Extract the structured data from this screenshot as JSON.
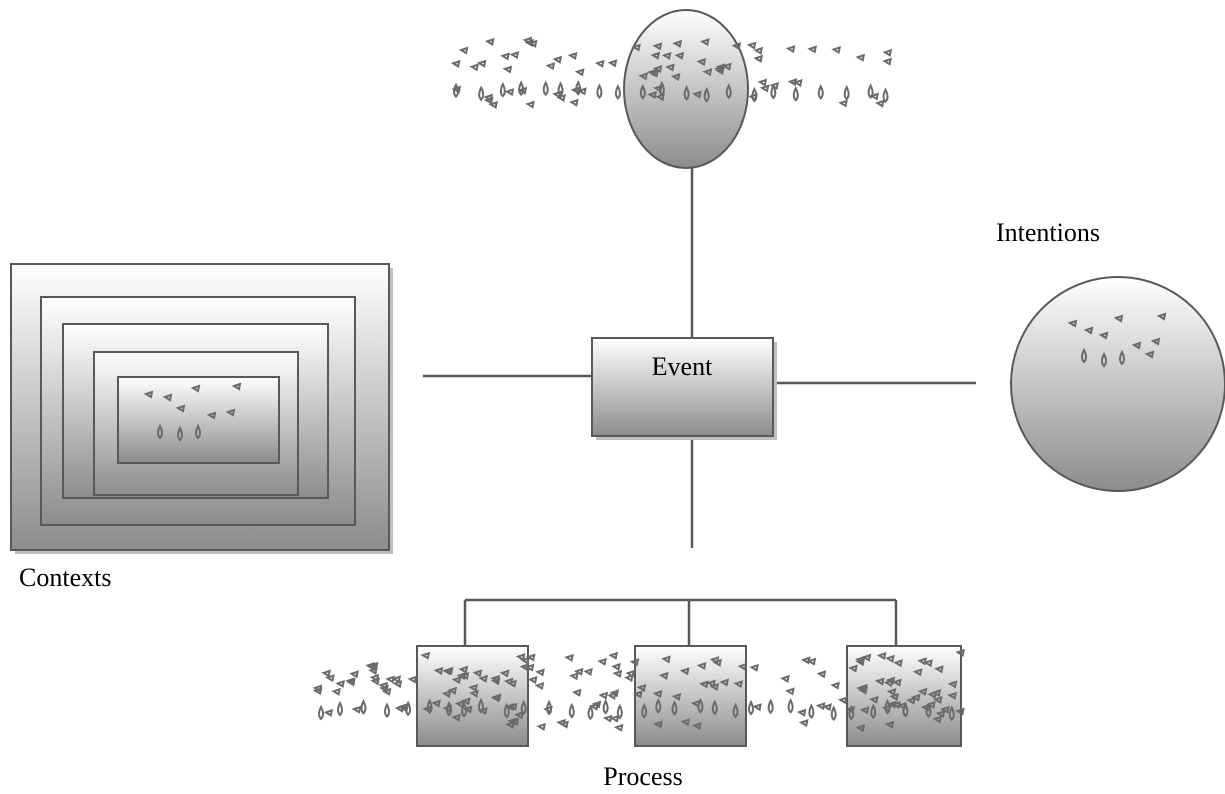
{
  "labels": {
    "event": "Event",
    "intentions": "Intentions",
    "contexts": "Contexts",
    "process": "Process"
  },
  "colors": {
    "stroke": "#595959",
    "gradient_top": "#ffffff",
    "gradient_bottom": "#8c8c8c",
    "shadow": "#bfbfbf",
    "marks": "#6b6b6b"
  },
  "icons": [
    "scattered-marks-icon"
  ]
}
